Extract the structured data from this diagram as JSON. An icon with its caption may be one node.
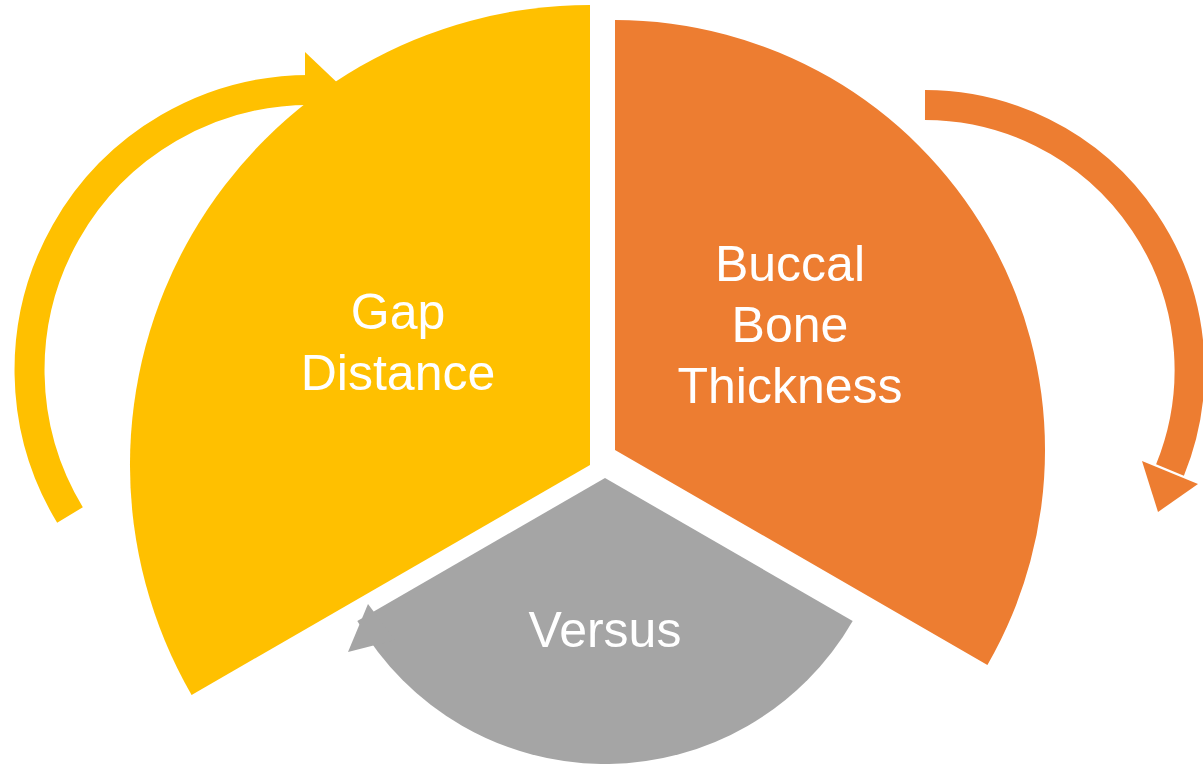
{
  "diagram": {
    "nodes": [
      {
        "text": [
          "Gap Distance"
        ]
      },
      {
        "text": [
          "Buccal Bone Thickness"
        ]
      },
      {
        "text": [
          "Versus"
        ]
      }
    ]
  }
}
